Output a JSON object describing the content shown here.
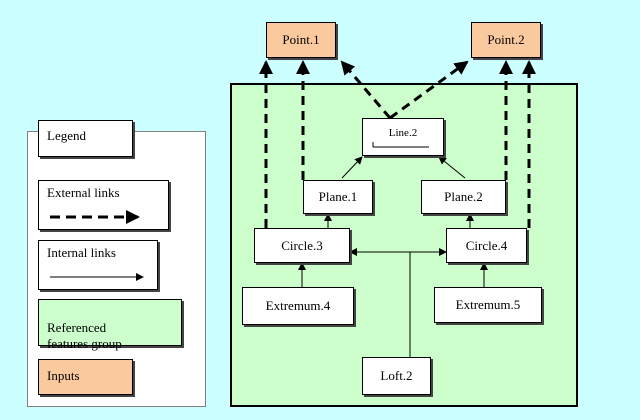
{
  "colors": {
    "background": "#ccffff",
    "group_fill": "#ccffcc",
    "input_fill": "#fbc99e",
    "node_fill": "#ffffff"
  },
  "inputs": {
    "point1": "Point.1",
    "point2": "Point.2"
  },
  "nodes": {
    "line2": "Line.2",
    "plane1": "Plane.1",
    "plane2": "Plane.2",
    "circle3": "Circle.3",
    "circle4": "Circle.4",
    "extremum4": "Extremum.4",
    "extremum5": "Extremum.5",
    "loft2": "Loft.2"
  },
  "legend": {
    "title": "Legend",
    "external": "External links",
    "internal": "Internal links",
    "group": "Referenced\nfeatures group",
    "inputs": "Inputs"
  }
}
